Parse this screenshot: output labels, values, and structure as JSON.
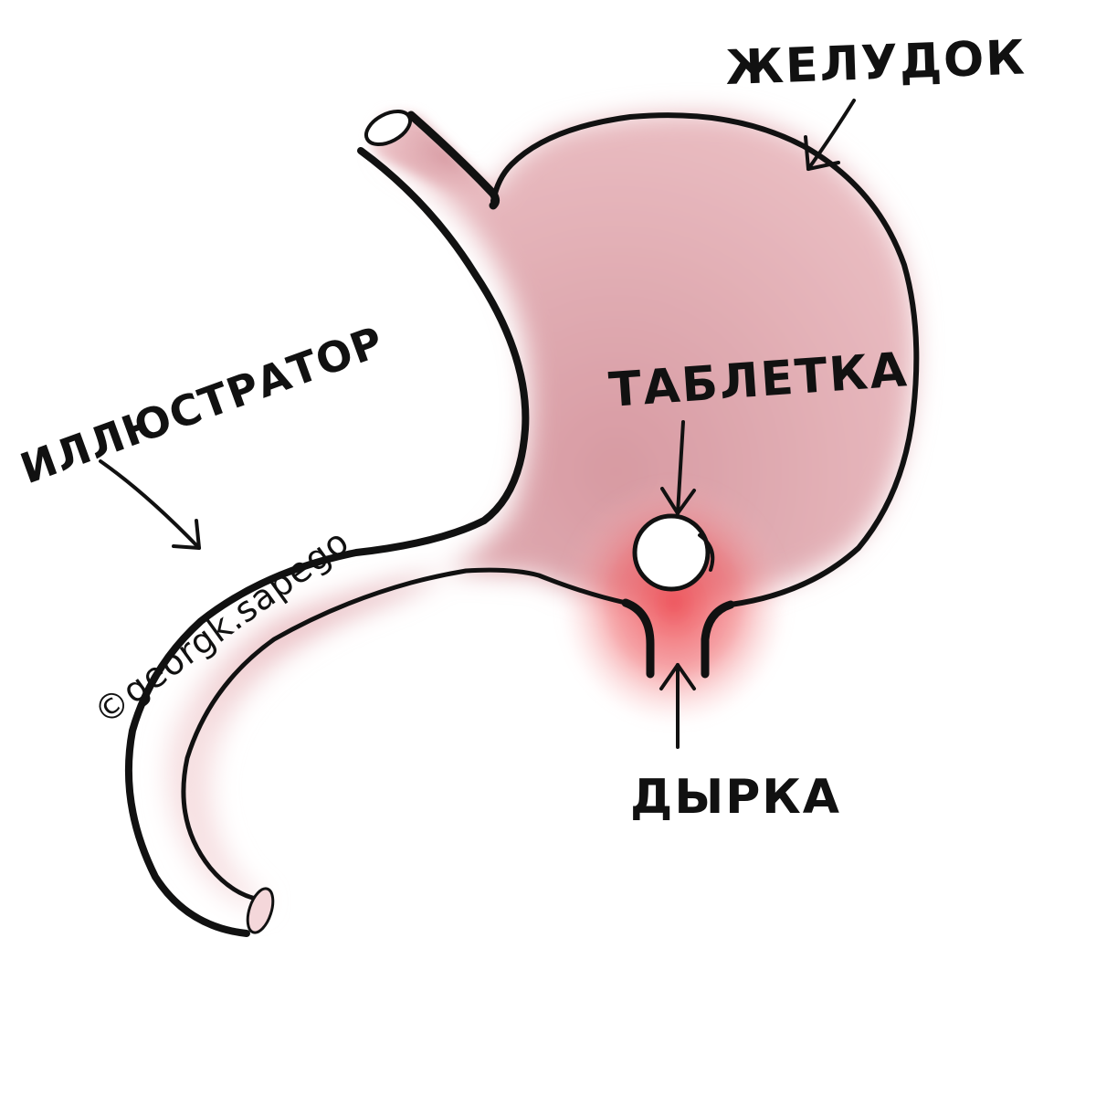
{
  "labels": {
    "stomach": "ЖЕЛУДОК",
    "pill": "ТАБЛЕТКА",
    "hole": "ДЫРКА",
    "illustrator": "ИЛЛЮСТРАТОР",
    "credit": "©georgk.sapego"
  },
  "colors": {
    "stroke": "#111111",
    "organ_fill": "#e8b7bc",
    "organ_inner": "#d89aa2",
    "inflammation": "#ee5a5f",
    "pill_fill": "#ffffff"
  }
}
